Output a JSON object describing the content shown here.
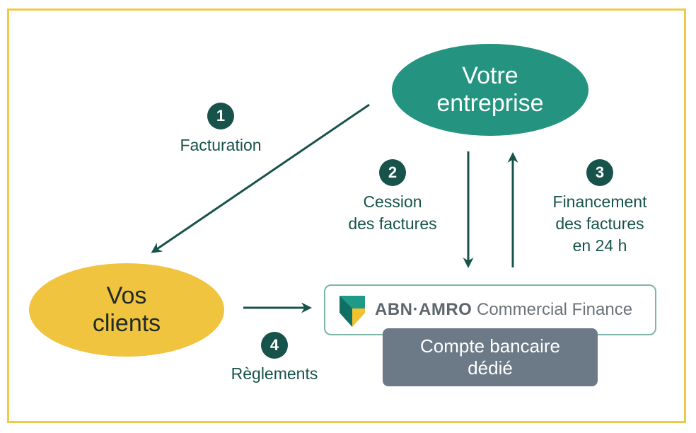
{
  "nodes": {
    "enterprise": {
      "lines": [
        "Votre",
        "entreprise"
      ]
    },
    "clients": {
      "lines": [
        "Vos",
        "clients"
      ]
    },
    "bank": {
      "brand": "ABN·AMRO",
      "suffix": "Commercial Finance"
    },
    "account": {
      "lines": [
        "Compte bancaire",
        "dédié"
      ]
    }
  },
  "steps": [
    {
      "number": "1",
      "lines": [
        "Facturation"
      ]
    },
    {
      "number": "2",
      "lines": [
        "Cession",
        "des factures"
      ]
    },
    {
      "number": "3",
      "lines": [
        "Financement",
        "des factures",
        "en 24 h"
      ]
    },
    {
      "number": "4",
      "lines": [
        "Règlements"
      ]
    }
  ],
  "colors": {
    "frame": "#f1c94a",
    "enterprise": "#24937f",
    "clients": "#f1c440",
    "dark_teal": "#17534a",
    "account": "#6c7a87"
  }
}
